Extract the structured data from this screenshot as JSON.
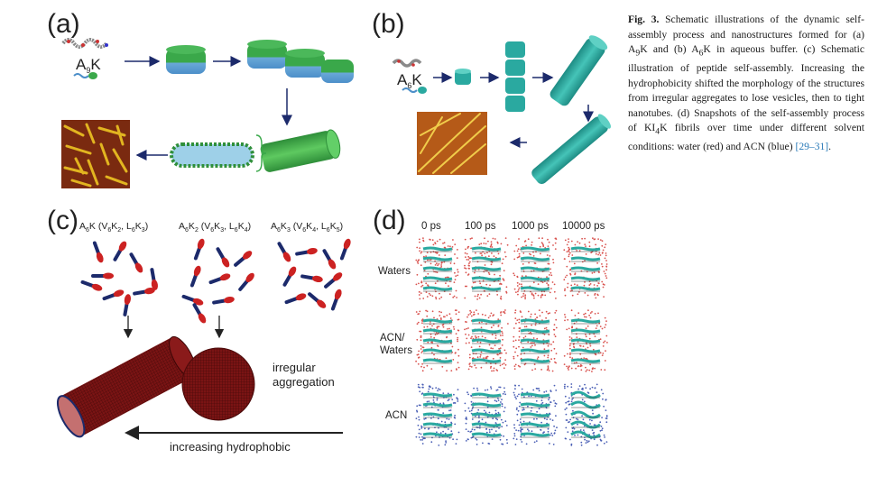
{
  "panels": {
    "a": {
      "label": "(a)",
      "molecule": {
        "label_main": "A",
        "label_sub": "9",
        "label_tail": "K"
      }
    },
    "b": {
      "label": "(b)",
      "molecule": {
        "label_main": "A",
        "label_sub": "6",
        "label_tail": "K"
      }
    },
    "c": {
      "label": "(c)",
      "groups": [
        {
          "main": "A",
          "sub": "6",
          "tail": "K (V",
          "sub2": "6",
          "tail2": "K",
          "sub3": "2",
          "tail3": ", L",
          "sub4": "6",
          "tail4": "K",
          "sub5": "3",
          "tail5": ")"
        },
        {
          "main": "A",
          "sub": "6",
          "tail": "K",
          "sub2": "2",
          "tail2": " (V",
          "sub3": "6",
          "tail3": "K",
          "sub4": "3",
          "tail4": ", L",
          "sub5": "6",
          "tail5": "K",
          "sub6": "4",
          "tail6": ")"
        },
        {
          "main": "A",
          "sub": "6",
          "tail": "K",
          "sub2": "3",
          "tail2": " (V",
          "sub3": "6",
          "tail3": "K",
          "sub4": "4",
          "tail4": ", L",
          "sub5": "6",
          "tail5": "K",
          "sub6": "5",
          "tail6": ")"
        }
      ],
      "irregular_line1": "irregular",
      "irregular_line2": "aggregation",
      "arrow_text": "increasing hydrophobic"
    },
    "d": {
      "label": "(d)",
      "times": [
        "0 ps",
        "100 ps",
        "1000 ps",
        "10000 ps"
      ],
      "rows": [
        {
          "label": [
            "Waters"
          ],
          "color": "#d9534f"
        },
        {
          "label": [
            "ACN/",
            "Waters"
          ],
          "color": "#d9534f"
        },
        {
          "label": [
            "ACN"
          ],
          "color": "#4a5fb5"
        }
      ]
    }
  },
  "caption": {
    "figno": "Fig. 3.",
    "text": " Schematic illustrations of the dynamic self-assembly process and nanostructures formed for (a) A",
    "s1": "9",
    "t2": "K and (b) A",
    "s2": "6",
    "t3": "K in aqueous buffer. (c) Schematic illustration of peptide self-assembly. Increasing the hydrophobicity shifted the morphology of the structures from irregular aggregates to lose vesicles, then to tight nanotubes. (d) Snapshots of the self-assembly process of KI",
    "s3": "4",
    "t4": "K fibrils over time under different solvent conditions: water (red) and ACN (blue) ",
    "ref": "[29–31]",
    "end": "."
  },
  "colors": {
    "green": "#3aa84a",
    "blue": "#4c8fc9",
    "navy": "#1c2a6b",
    "red": "#cc2222",
    "teal": "#2aa9a0",
    "darkred": "#6b1414"
  }
}
